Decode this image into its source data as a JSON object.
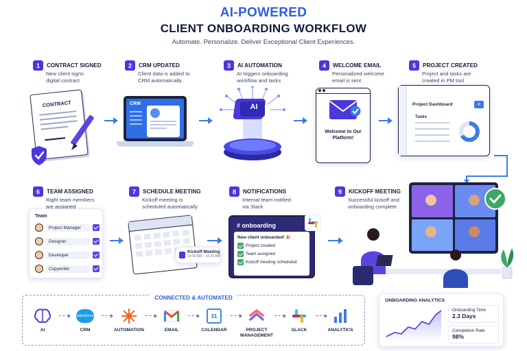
{
  "header": {
    "title_line1": "AI-POWERED",
    "title_line2": "CLIENT ONBOARDING WORKFLOW",
    "subtitle": "Automate. Personalize. Deliver Exceptional Client Experiences."
  },
  "steps": [
    {
      "num": "1",
      "title": "CONTRACT SIGNED",
      "desc": "New client signs digital contract"
    },
    {
      "num": "2",
      "title": "CRM UPDATED",
      "desc": "Client data is added to CRM automatically"
    },
    {
      "num": "3",
      "title": "AI AUTOMATION",
      "desc": "AI triggers onboarding workflow and tasks"
    },
    {
      "num": "4",
      "title": "WELCOME EMAIL",
      "desc": "Personalized welcome email is sent"
    },
    {
      "num": "5",
      "title": "PROJECT CREATED",
      "desc": "Project and tasks are created in PM tool"
    },
    {
      "num": "6",
      "title": "TEAM ASSIGNED",
      "desc": "Right team members are assigned"
    },
    {
      "num": "7",
      "title": "SCHEDULE MEETING",
      "desc": "Kickoff meeting is scheduled automatically"
    },
    {
      "num": "8",
      "title": "NOTIFICATIONS",
      "desc": "Internal team notified via Slack"
    },
    {
      "num": "9",
      "title": "KICKOFF MEETING",
      "desc": "Successful kickoff and onboarding complete"
    }
  ],
  "illustrations": {
    "contract_label": "CONTRACT",
    "crm_label": "CRM",
    "ai_chip_label": "AI",
    "welcome_text": "Welcome to Our Platform!",
    "project_dashboard": {
      "title": "Project Dashboard",
      "add_label": "+",
      "tasks_label": "Tasks"
    },
    "team_card": {
      "title": "Team",
      "members": [
        "Project Manager",
        "Designer",
        "Developer",
        "Copywriter"
      ]
    },
    "calendar_event": {
      "title": "Kickoff Meeting",
      "time": "10:00 AM – 10:30 AM"
    },
    "slack_card": {
      "channel": "# onboarding",
      "headline": "New client onboarded! 🎉",
      "items": [
        "Project created",
        "Team assigned",
        "Kickoff meeting scheduled"
      ]
    }
  },
  "connected": {
    "title": "CONNECTED & AUTOMATED",
    "tools": [
      {
        "name": "AI",
        "icon": "brain-icon"
      },
      {
        "name": "CRM",
        "icon": "salesforce-icon",
        "logo_text": "salesforce"
      },
      {
        "name": "AUTOMATION",
        "icon": "automation-icon"
      },
      {
        "name": "EMAIL",
        "icon": "gmail-icon"
      },
      {
        "name": "CALENDAR",
        "icon": "calendar-icon",
        "logo_text": "31"
      },
      {
        "name": "PROJECT MANAGEMENT",
        "icon": "clickup-icon"
      },
      {
        "name": "SLACK",
        "icon": "slack-icon"
      },
      {
        "name": "ANALYTICS",
        "icon": "bar-chart-icon"
      }
    ]
  },
  "analytics": {
    "title": "ONBOARDING ANALYTICS",
    "metric1_label": "Onboarding Time",
    "metric1_value": "2.3 Days",
    "metric2_label": "Completion Rate",
    "metric2_value": "98%"
  },
  "colors": {
    "primary_purple": "#4a39d8",
    "title_blue": "#2f5fe0",
    "arrow_blue": "#3a7be8",
    "success_green": "#3ea864"
  }
}
